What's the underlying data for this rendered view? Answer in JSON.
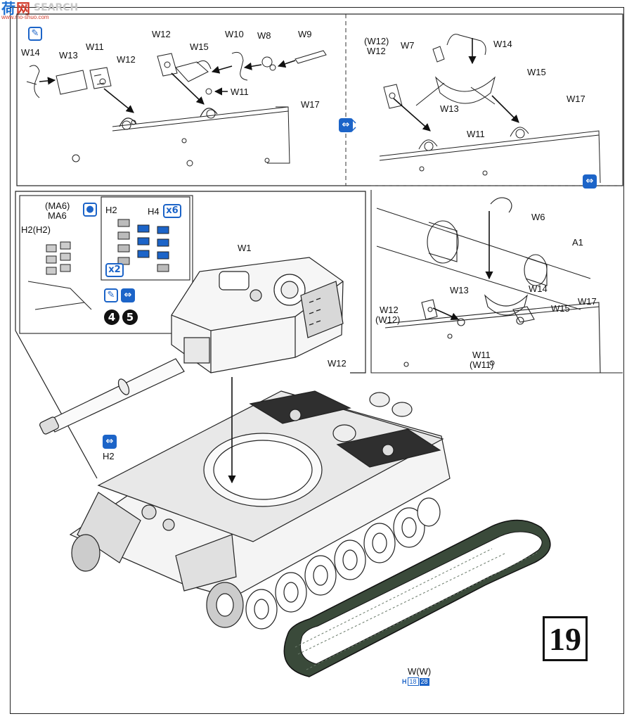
{
  "watermark": {
    "logo_part1": "荷",
    "logo_part2": "网",
    "search": "SEARCH",
    "url": "www.mo-shuo.com"
  },
  "step": {
    "number": "19"
  },
  "labels": {
    "top_left": {
      "w14": "W14",
      "w13": "W13",
      "w11_a": "W11",
      "w12_a": "W12",
      "w12_b": "W12",
      "w15": "W15",
      "w10": "W10",
      "w8": "W8",
      "w9": "W9",
      "w11_b": "W11",
      "w17": "W17"
    },
    "top_right": {
      "w12_paren": "(W12)",
      "w12": "W12",
      "w7": "W7",
      "w14": "W14",
      "w15": "W15",
      "w17": "W17",
      "w13": "W13",
      "w11": "W11"
    },
    "mid_right": {
      "w6": "W6",
      "a1": "A1",
      "w13": "W13",
      "w14": "W14",
      "w12": "W12",
      "w12_paren": "(W12)",
      "w15": "W15",
      "w17": "W17",
      "w11": "W11",
      "w11_paren": "(W11)"
    },
    "inset": {
      "ma6_paren": "(MA6)",
      "ma6": "MA6",
      "h2_h2": "H2(H2)",
      "h2": "H2",
      "h4": "H4",
      "x6": "x6",
      "x2": "x2",
      "step4": "4",
      "step5": "5"
    },
    "main": {
      "w1": "W1",
      "w12": "W12",
      "h2": "H2",
      "track": "W(W)",
      "track_code_letter": "H",
      "track_code_a": "18",
      "track_code_b": "28"
    }
  },
  "icons": {
    "paint": "paint-brush-icon",
    "glue_drop": "glue-drop-icon",
    "mirror": "mirror-symmetry-icon"
  },
  "colors": {
    "accent_blue": "#1c64c8",
    "ink": "#111111",
    "track_fill": "#3a4a3a"
  }
}
